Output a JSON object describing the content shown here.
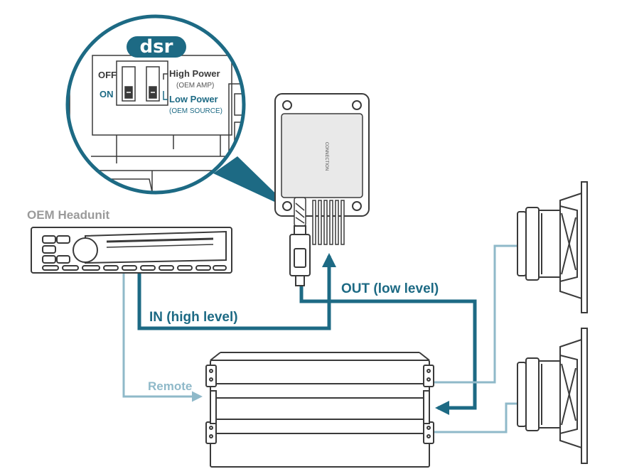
{
  "colors": {
    "accent": "#1d6a84",
    "accent_light": "#8fb9c9",
    "outline": "#3a3a3a",
    "gray_text": "#9a9a9a"
  },
  "logo": {
    "text": "dsr"
  },
  "inset": {
    "off_label": "OFF",
    "on_label": "ON",
    "high_power_label": "High Power",
    "high_power_sub": "(OEM AMP)",
    "low_power_label": "Low Power",
    "low_power_sub": "(OEM SOURCE)"
  },
  "device": {
    "brand_text": "CONNECTION"
  },
  "labels": {
    "oem_headunit": "OEM Headunit",
    "in_high_level": "IN (high level)",
    "out_low_level": "OUT (low level)",
    "remote": "Remote"
  },
  "icons": {
    "device_icon": "dsr-processor",
    "headunit_icon": "car-radio",
    "amplifier_icon": "amplifier",
    "speaker_icon": "speaker",
    "connector_icon": "rca-connector"
  }
}
